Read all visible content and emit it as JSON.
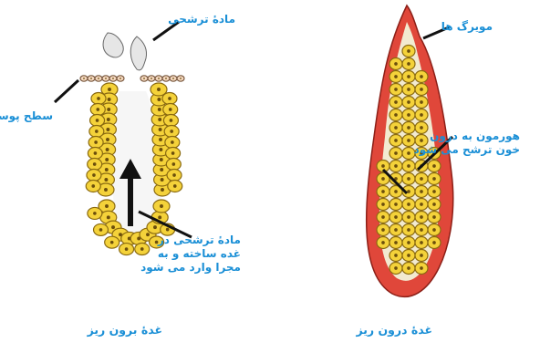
{
  "exocrine": {
    "secretion_label": "مادهٔ ترشحی",
    "skin_surface_label": "سطح پوست",
    "duct_label_line1": "مادهٔ ترشحی در",
    "duct_label_line2": "غده ساخته و به",
    "duct_label_line3": "مجرا وارد می شود",
    "caption": "غدهٔ برون ریز"
  },
  "endocrine": {
    "capillaries_label": "مویرگ ها",
    "hormone_label_line1": "هورمون به درون",
    "hormone_label_line2": "خون ترشح می شود",
    "caption": "غدهٔ درون ریز"
  },
  "colors": {
    "label_blue": "#1a8fd6",
    "cell_yellow": "#f4d23a",
    "cell_outline": "#8a6a10",
    "vessel_red": "#e0473a",
    "skin_cell": "#f5d8c0",
    "secretion_fill": "#e6e6e6"
  }
}
